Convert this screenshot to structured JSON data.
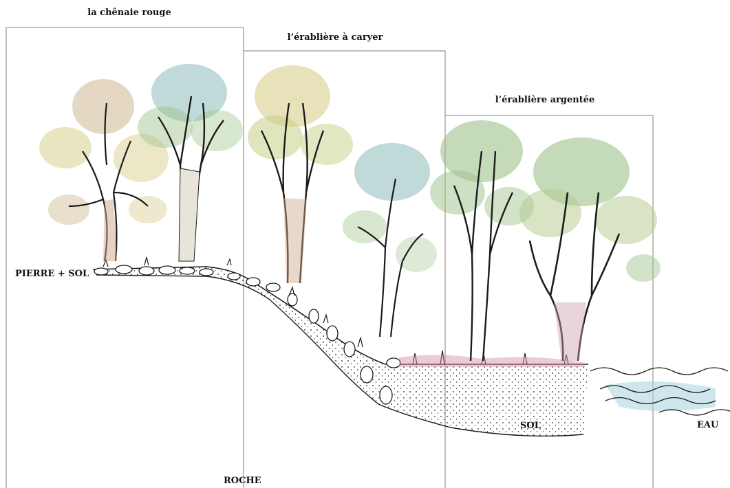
{
  "zones": [
    {
      "title": "la chênaie rouge"
    },
    {
      "title": "l’érablière à caryer"
    },
    {
      "title": "l’érablière argentée"
    }
  ],
  "labels": {
    "pierre_sol": "PIERRE + SOL",
    "roche": "ROCHE",
    "sol": "SOL",
    "eau": "EAU"
  },
  "colors": {
    "frame": "#8a7f6e",
    "ink": "#1b1b1b",
    "foliage_green": "#9cc28a",
    "foliage_yellow": "#d9cf8e",
    "foliage_teal": "#7fb6b3",
    "foliage_tan": "#cdb890",
    "water_blue": "#a7d3dc",
    "ground_pink": "#d58aa5"
  }
}
